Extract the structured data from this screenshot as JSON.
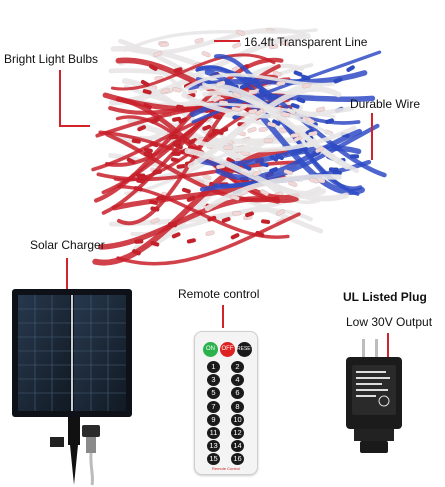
{
  "callouts": {
    "bright_bulbs": "Bright Light Bulbs",
    "transparent_line": "16.4ft  Transparent Line",
    "durable_wire": "Durable Wire",
    "solar_charger": "Solar Charger",
    "remote_control": "Remote control",
    "ul_plug": "UL Listed Plug",
    "low_voltage": "Low 30V Output"
  },
  "remote": {
    "top_keys": [
      "ON",
      "OFF",
      "RESET"
    ],
    "keys": [
      "1",
      "2",
      "3",
      "4",
      "5",
      "6",
      "7",
      "8",
      "9",
      "10",
      "11",
      "12",
      "13",
      "14",
      "15",
      "16"
    ],
    "footer": "Remote Control"
  },
  "colors": {
    "red": "#c8202a",
    "blue": "#2f4bc4",
    "white_wire": "#e8e6e6",
    "callout_red": "#d2232a",
    "solar_panel": "#1c2a3a"
  }
}
